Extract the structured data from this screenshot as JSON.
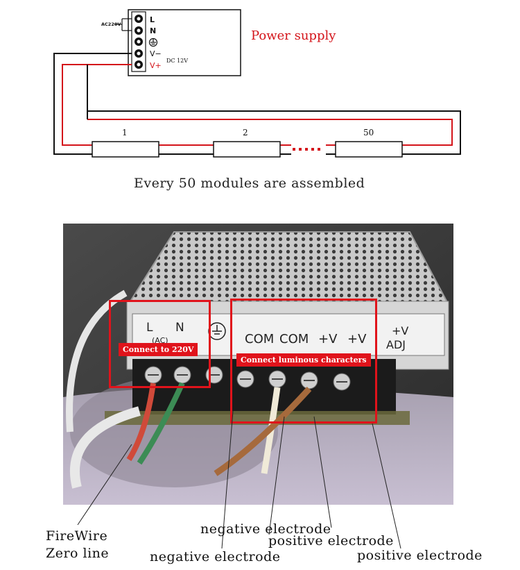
{
  "wiring": {
    "ac_input_label": "AC220V",
    "terminals": [
      "L",
      "N",
      "⏚",
      "V−",
      "V+"
    ],
    "dc_label": "DC 12V",
    "title": "Power supply",
    "modules": [
      "1",
      "2",
      "50"
    ],
    "caption": "Every 50 modules are assembled"
  },
  "photo": {
    "label_panel": [
      "L",
      "N",
      "(AC)",
      "COM",
      "COM",
      "+V",
      "+V",
      "+V",
      "ADJ"
    ],
    "box_left_label": "Connect to 220V",
    "box_right_label": "Connect luminous characters"
  },
  "annotations": {
    "firewire": "FireWire",
    "zero_line": "Zero line",
    "neg1": "negative electrode",
    "neg2": "negative electrode",
    "pos1": "positive electrode",
    "pos2": "positive electrode"
  },
  "colors": {
    "accent_red": "#e0131b",
    "wire_red": "#d4141a",
    "wire_black": "#111111"
  }
}
